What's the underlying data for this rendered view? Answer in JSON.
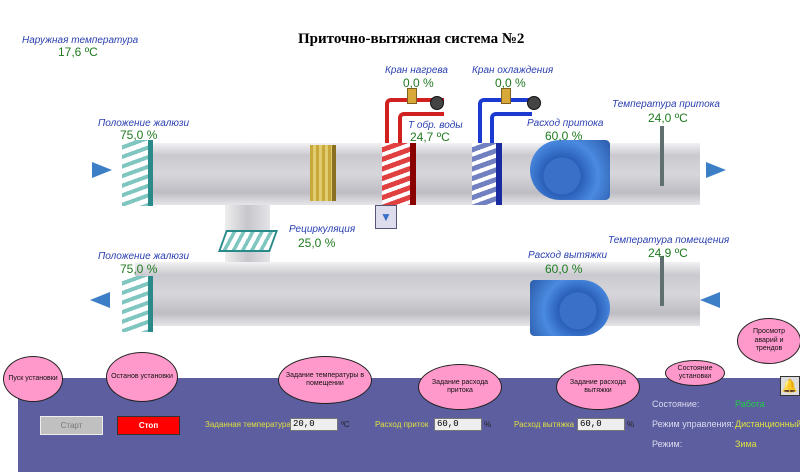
{
  "title": "Приточно-вытяжная система №2",
  "outside": {
    "label": "Наружная температура",
    "value": "17,6 ºC"
  },
  "damper_supply": {
    "label": "Положение жалюзи",
    "value": "75,0 %"
  },
  "damper_exhaust": {
    "label": "Положение жалюзи",
    "value": "75,0 %"
  },
  "recirculation": {
    "label": "Рециркуляция",
    "value": "25,0 %"
  },
  "heat_valve": {
    "label": "Кран нагрева",
    "value": "0,0 %"
  },
  "cool_valve": {
    "label": "Кран охлаждения",
    "value": "0,0 %"
  },
  "return_water": {
    "label": "Т обр. воды",
    "value": "24,7 ºC"
  },
  "supply_flow": {
    "label": "Расход притока",
    "value": "60,0 %"
  },
  "supply_temp": {
    "label": "Температура притока",
    "value": "24,0 ºC"
  },
  "room_temp": {
    "label": "Температура помещения",
    "value": "24,9 ºC"
  },
  "exhaust_flow": {
    "label": "Расход вытяжки",
    "value": "60,0 %"
  },
  "panel": {
    "start": "Старт",
    "stop": "Стоп",
    "temp_label": "Заданная температура",
    "temp_value": "20,0",
    "temp_unit": "ºC",
    "supply_label": "Расход приток",
    "supply_value": "60,0",
    "supply_unit": "%",
    "exhaust_label": "Расход вытяжка",
    "exhaust_value": "60,0",
    "exhaust_unit": "%",
    "state_label": "Состояние:",
    "state_value": "Работа",
    "control_label": "Режим управления:",
    "control_value": "Дистанционный",
    "mode_label": "Режим:",
    "mode_value": "Зима"
  },
  "bubbles": {
    "start": "Пуск установки",
    "stop": "Останов установки",
    "temp": "Задание температуры в помещении",
    "supply": "Задание расхода притока",
    "exhaust": "Задание расхода вытяжки",
    "state": "Состояние установки",
    "alarms": "Просмотр аварий и трендов"
  },
  "colors": {
    "panel": "#5c5ea0",
    "bubble": "#ff99cc",
    "stop": "#ff0000",
    "running": "#22cc44",
    "value": "#1f7a1f",
    "label": "#2a3fb0"
  }
}
